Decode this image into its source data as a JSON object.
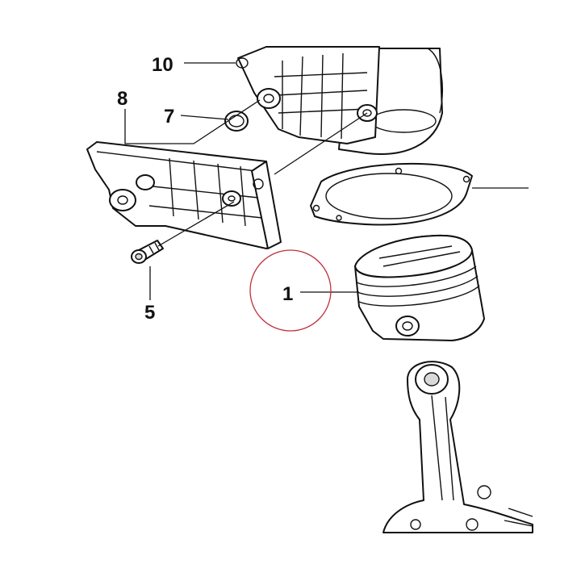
{
  "callouts": {
    "c10": "10",
    "c8": "8",
    "c7": "7",
    "c5": "5",
    "c1": "1"
  },
  "colors": {
    "line": "#111111",
    "highlight": "#c0303a",
    "background": "#ffffff"
  }
}
